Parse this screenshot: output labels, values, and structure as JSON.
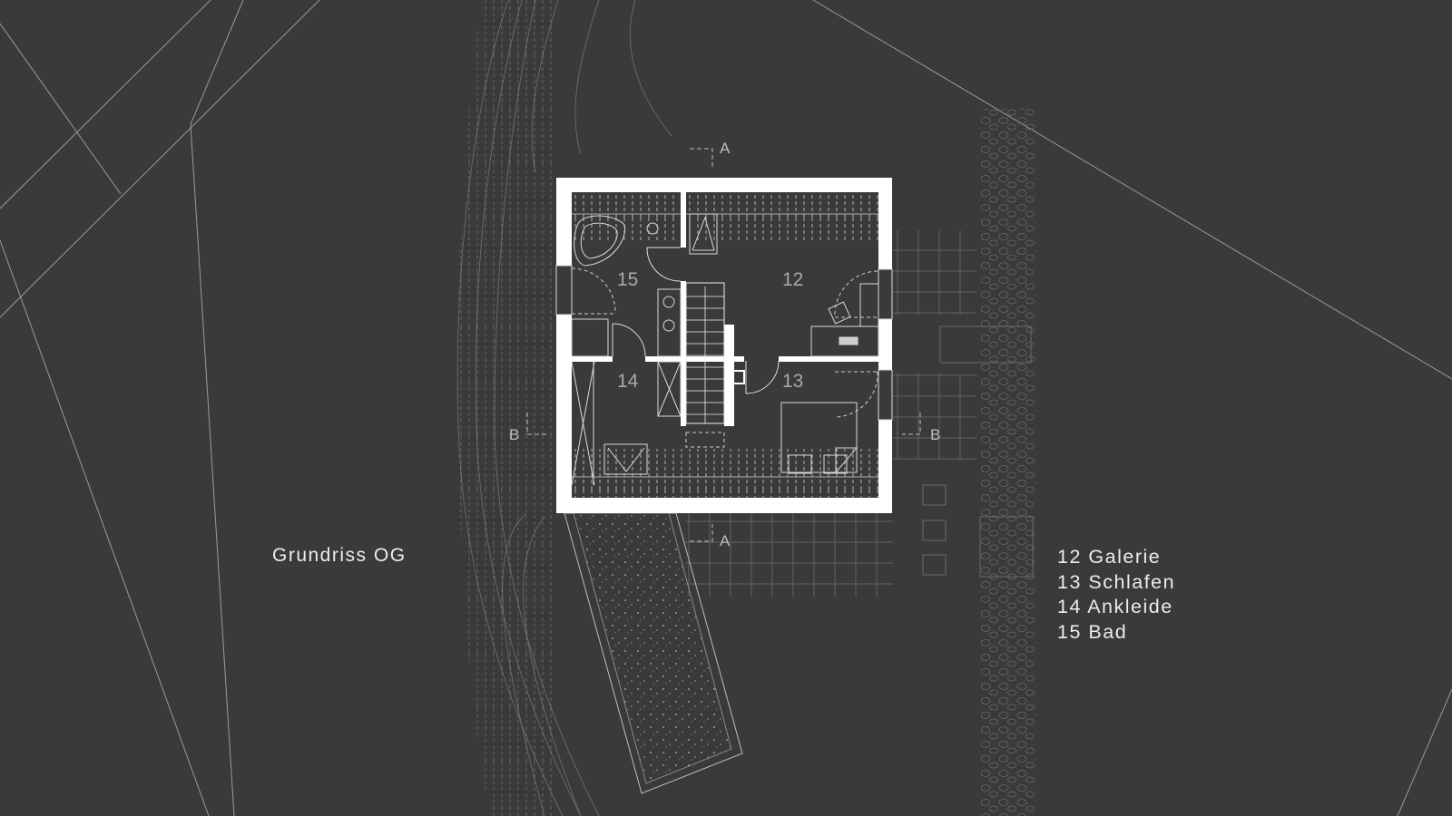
{
  "drawing": {
    "title": "Grundriss OG",
    "rooms": [
      {
        "number": "12",
        "name": "Galerie"
      },
      {
        "number": "13",
        "name": "Schlafen"
      },
      {
        "number": "14",
        "name": "Ankleide"
      },
      {
        "number": "15",
        "name": "Bad"
      }
    ],
    "section_markers": {
      "a": "A",
      "b": "B"
    }
  },
  "colors": {
    "background": "#3b3a38",
    "walls": "#ffffff",
    "lines": "#8c8c8a"
  }
}
